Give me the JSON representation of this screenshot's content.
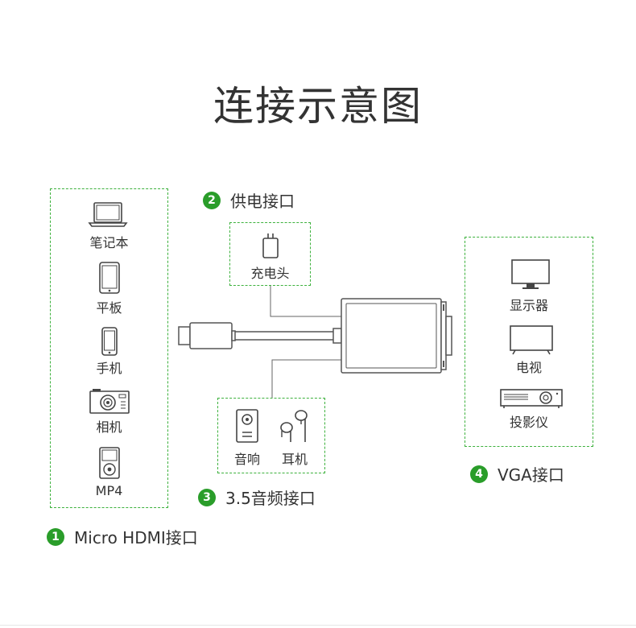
{
  "title": "连接示意图",
  "callouts": {
    "c1": {
      "num": "1",
      "text": "Micro HDMI接口"
    },
    "c2": {
      "num": "2",
      "text": "供电接口"
    },
    "c3": {
      "num": "3",
      "text": "3.5音频接口"
    },
    "c4": {
      "num": "4",
      "text": "VGA接口"
    }
  },
  "source_devices": [
    {
      "label": "笔记本",
      "icon": "laptop-icon"
    },
    {
      "label": "平板",
      "icon": "tablet-icon"
    },
    {
      "label": "手机",
      "icon": "phone-icon"
    },
    {
      "label": "相机",
      "icon": "camera-icon"
    },
    {
      "label": "MP4",
      "icon": "mp4-player-icon"
    }
  ],
  "power_devices": [
    {
      "label": "充电头",
      "icon": "charger-icon"
    }
  ],
  "audio_devices": [
    {
      "label": "音响",
      "icon": "speaker-icon"
    },
    {
      "label": "耳机",
      "icon": "earphone-icon"
    }
  ],
  "display_devices": [
    {
      "label": "显示器",
      "icon": "monitor-icon"
    },
    {
      "label": "电视",
      "icon": "tv-icon"
    },
    {
      "label": "投影仪",
      "icon": "projector-icon"
    }
  ],
  "colors": {
    "accent": "#2a9d2a",
    "dash": "#3db13d",
    "line": "#555555",
    "text": "#333333"
  }
}
